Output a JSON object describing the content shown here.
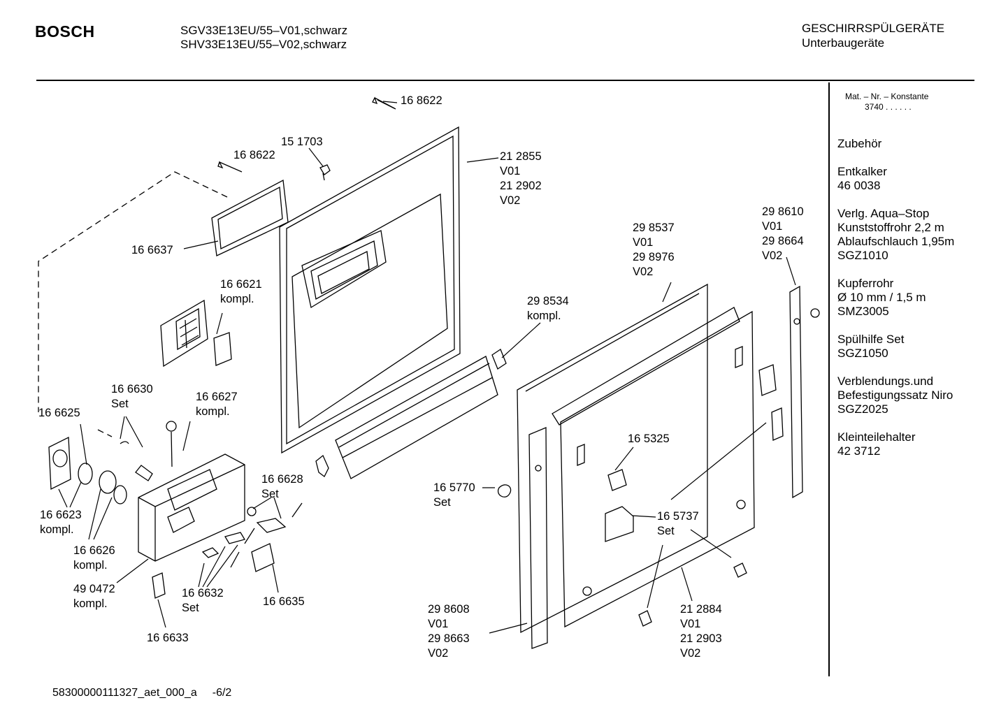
{
  "header": {
    "brand": "BOSCH",
    "model_line_1": "SGV33E13EU/55–V01,schwarz",
    "model_line_2": "SHV33E13EU/55–V02,schwarz",
    "category_line_1": "GESCHIRRSPÜLGERÄTE",
    "category_line_2": "Unterbaugeräte"
  },
  "sidebar": {
    "mat_title": "Mat. – Nr. – Konstante",
    "mat_value": "3740  .  .  .  .  .  .",
    "groups": [
      {
        "lines": [
          "Zubehör"
        ]
      },
      {
        "lines": [
          "Entkalker",
          "46 0038"
        ]
      },
      {
        "lines": [
          "Verlg. Aqua–Stop",
          "Kunststoffrohr 2,2 m",
          "Ablaufschlauch 1,95m",
          "SGZ1010"
        ]
      },
      {
        "lines": [
          "Kupferrohr",
          "Ø 10 mm / 1,5 m",
          "SMZ3005"
        ]
      },
      {
        "lines": [
          "Spülhilfe Set",
          "SGZ1050"
        ]
      },
      {
        "lines": [
          "Verblendungs.und",
          "Befestigungssatz Niro",
          "SGZ2025"
        ]
      },
      {
        "lines": [
          "Kleinteilehalter",
          "42 3712"
        ]
      }
    ]
  },
  "labels": [
    {
      "id": "p168622a",
      "lines": [
        "16 8622"
      ]
    },
    {
      "id": "p168622b",
      "lines": [
        "16 8622"
      ]
    },
    {
      "id": "p151703",
      "lines": [
        "15 1703"
      ]
    },
    {
      "id": "p212855",
      "lines": [
        "21 2855",
        "V01",
        "21 2902",
        "V02"
      ]
    },
    {
      "id": "p166637",
      "lines": [
        "16 6637"
      ]
    },
    {
      "id": "p166621",
      "lines": [
        "16 6621",
        "kompl."
      ]
    },
    {
      "id": "p298537",
      "lines": [
        "29 8537",
        "V01",
        "29 8976",
        "V02"
      ]
    },
    {
      "id": "p298610",
      "lines": [
        "29 8610",
        "V01",
        "29 8664",
        "V02"
      ]
    },
    {
      "id": "p298534",
      "lines": [
        "29 8534",
        "kompl."
      ]
    },
    {
      "id": "p166630",
      "lines": [
        "16 6630",
        "Set"
      ]
    },
    {
      "id": "p166627",
      "lines": [
        "16 6627",
        "kompl."
      ]
    },
    {
      "id": "p166625",
      "lines": [
        "16 6625"
      ]
    },
    {
      "id": "p165325",
      "lines": [
        "16 5325"
      ]
    },
    {
      "id": "p166628",
      "lines": [
        "16 6628",
        "Set"
      ]
    },
    {
      "id": "p165770",
      "lines": [
        "16 5770",
        "Set"
      ]
    },
    {
      "id": "p166623",
      "lines": [
        "16 6623",
        "kompl."
      ]
    },
    {
      "id": "p165737",
      "lines": [
        "16 5737",
        "Set"
      ]
    },
    {
      "id": "p166626",
      "lines": [
        "16 6626",
        "kompl."
      ]
    },
    {
      "id": "p490472",
      "lines": [
        "49 0472",
        "kompl."
      ]
    },
    {
      "id": "p166632",
      "lines": [
        "16 6632",
        "Set"
      ]
    },
    {
      "id": "p166635",
      "lines": [
        "16 6635"
      ]
    },
    {
      "id": "p166633",
      "lines": [
        "16 6633"
      ]
    },
    {
      "id": "p298608",
      "lines": [
        "29 8608",
        "V01",
        "29 8663",
        "V02"
      ]
    },
    {
      "id": "p212884",
      "lines": [
        "21 2884",
        "V01",
        "21 2903",
        "V02"
      ]
    }
  ],
  "footer": {
    "doc_id": "58300000111327_aet_000_a",
    "page": "-6/2"
  }
}
